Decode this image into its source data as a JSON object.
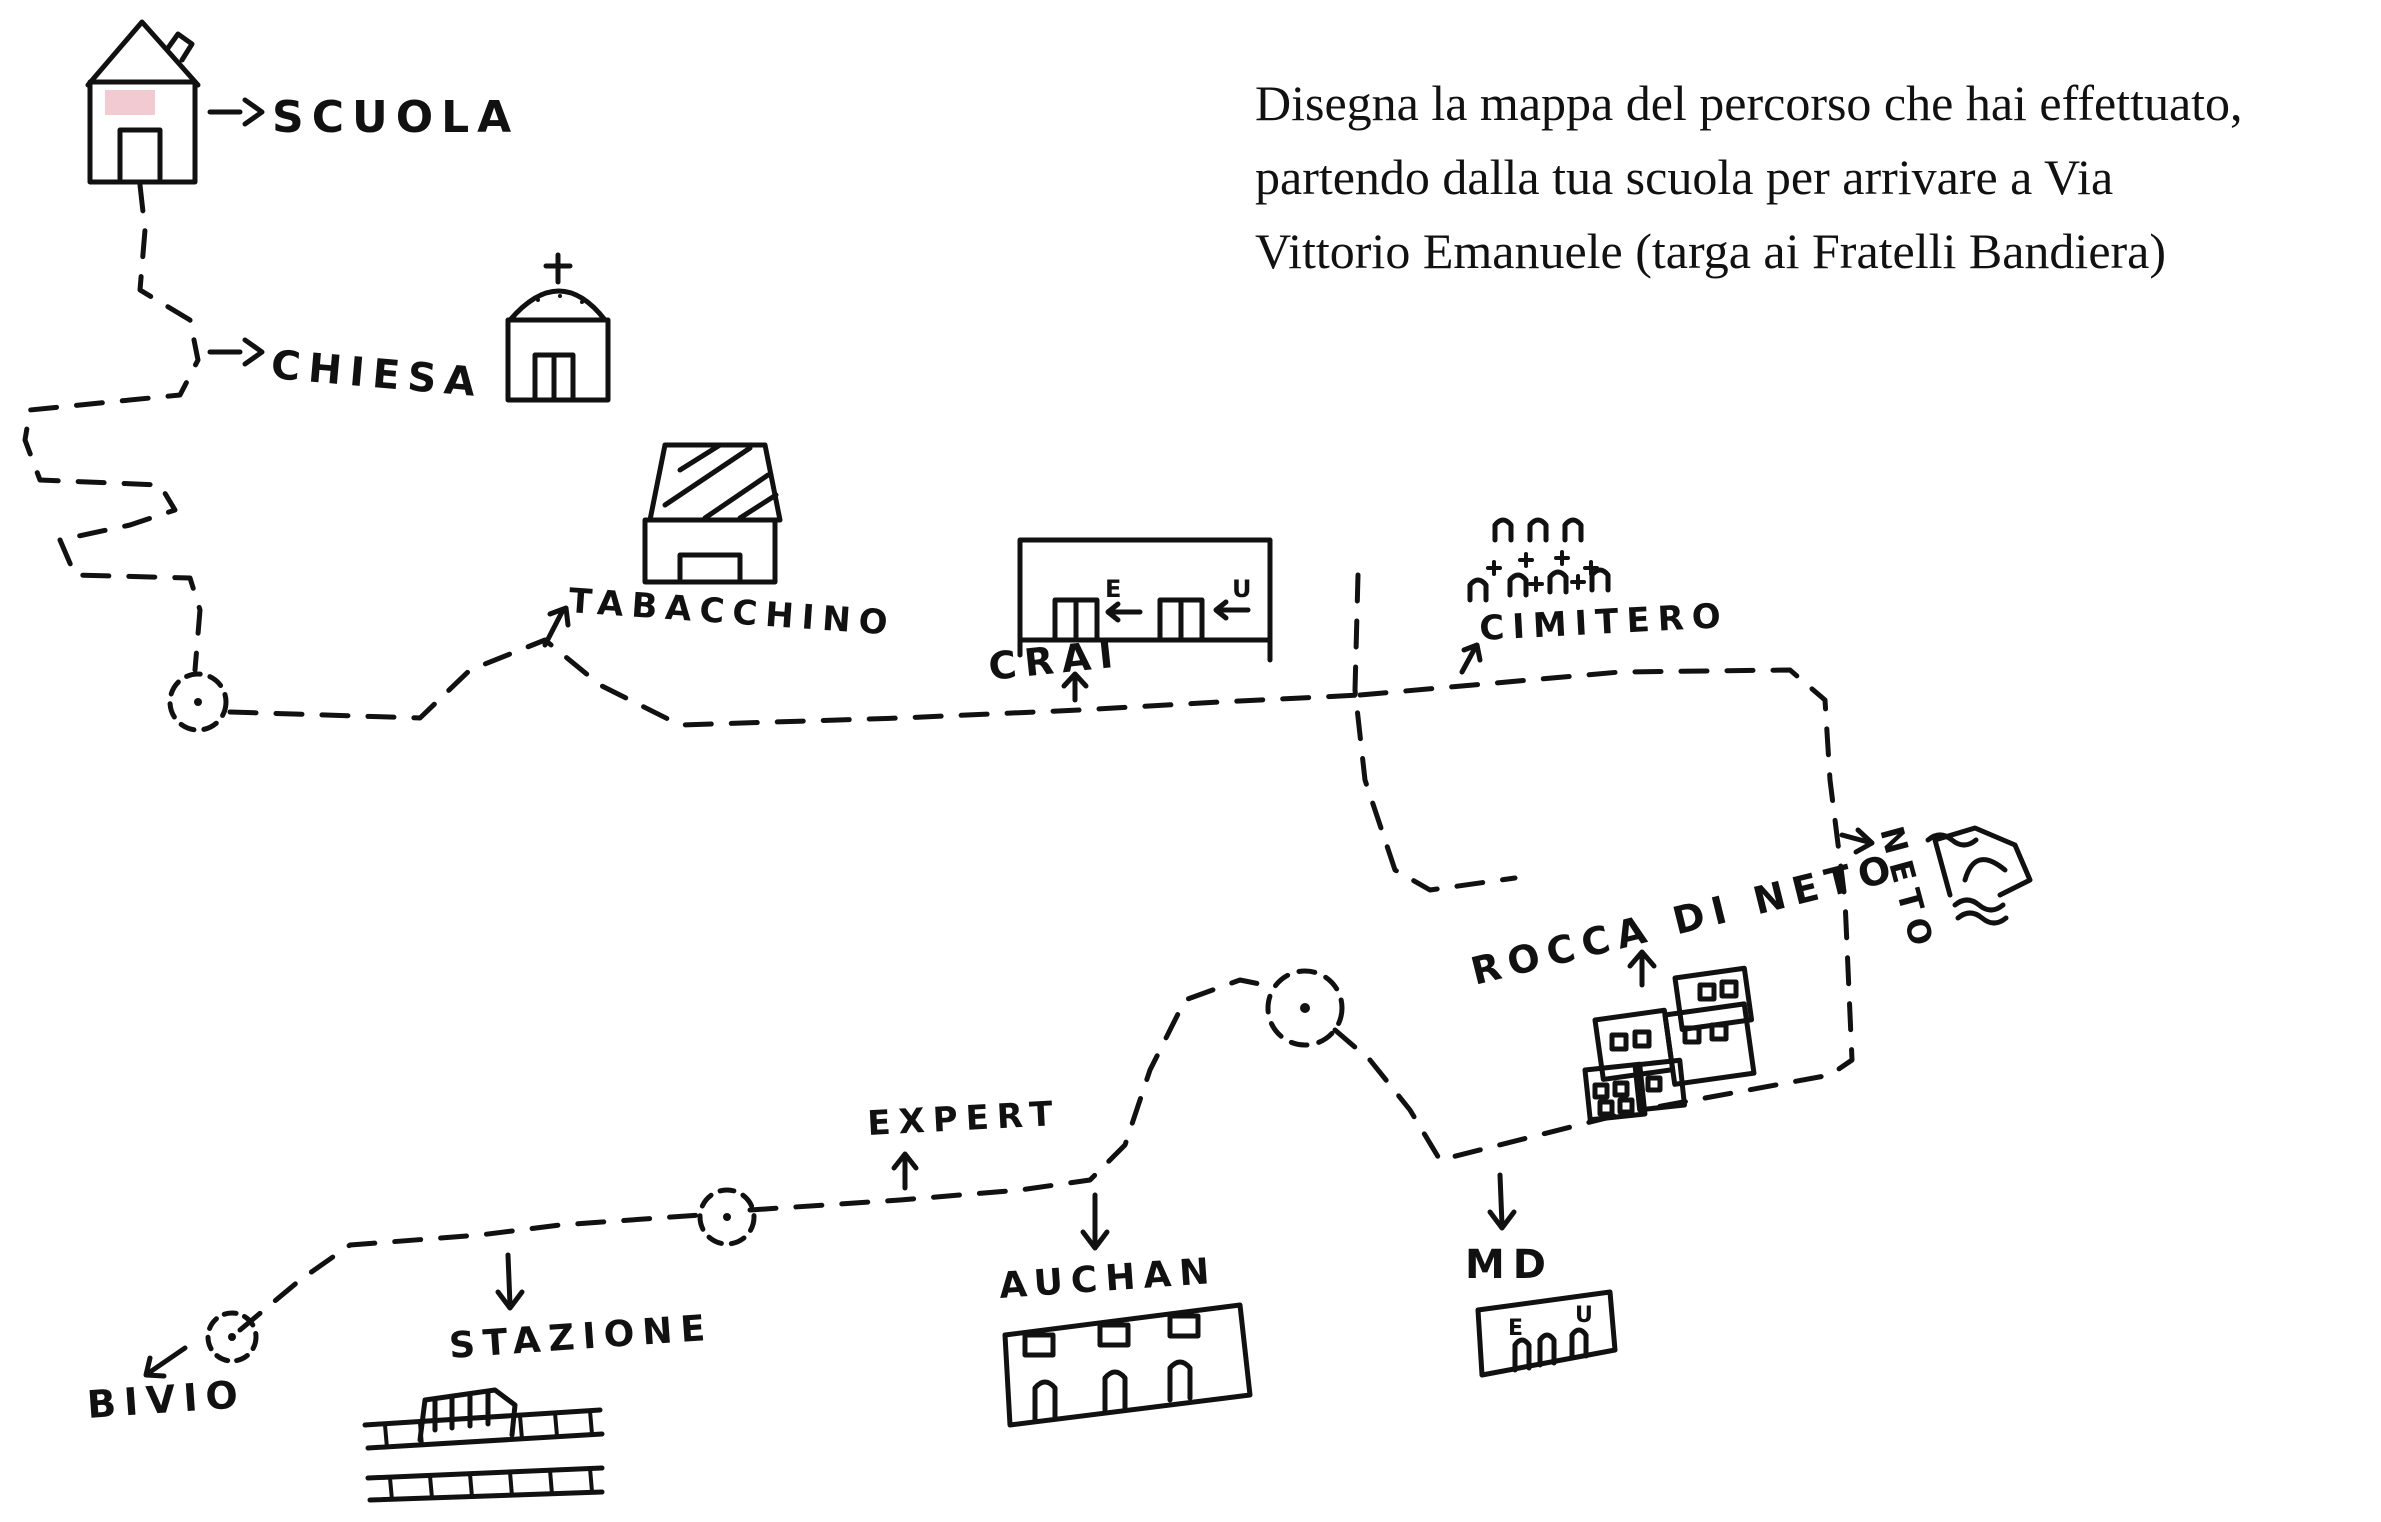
{
  "instructions": {
    "line1": "Disegna la mappa del percorso che hai effettuato,",
    "line2": "partendo dalla tua scuola per arrivare a Via",
    "line3": "Vittorio Emanuele (targa ai Fratelli Bandiera)"
  },
  "places": {
    "scuola": "SCUOLA",
    "chiesa": "CHIESA",
    "tabacchino": "TABACCHINO",
    "crai": "CRAI",
    "cimitero": "CIMITERO",
    "neto": "NETO",
    "rocca": "ROCCA DI NETO",
    "expert": "EXPERT",
    "md": "MD",
    "auchan": "AUCHAN",
    "stazione": "STAZIONE",
    "bivio": "BIVIO"
  },
  "shop_letters": {
    "crai_e": "E",
    "crai_u": "U",
    "md_e": "E",
    "md_u": "U"
  },
  "colors": {
    "ink": "#111111",
    "paper": "#ffffff",
    "school_tint": "#e8a7b4"
  }
}
